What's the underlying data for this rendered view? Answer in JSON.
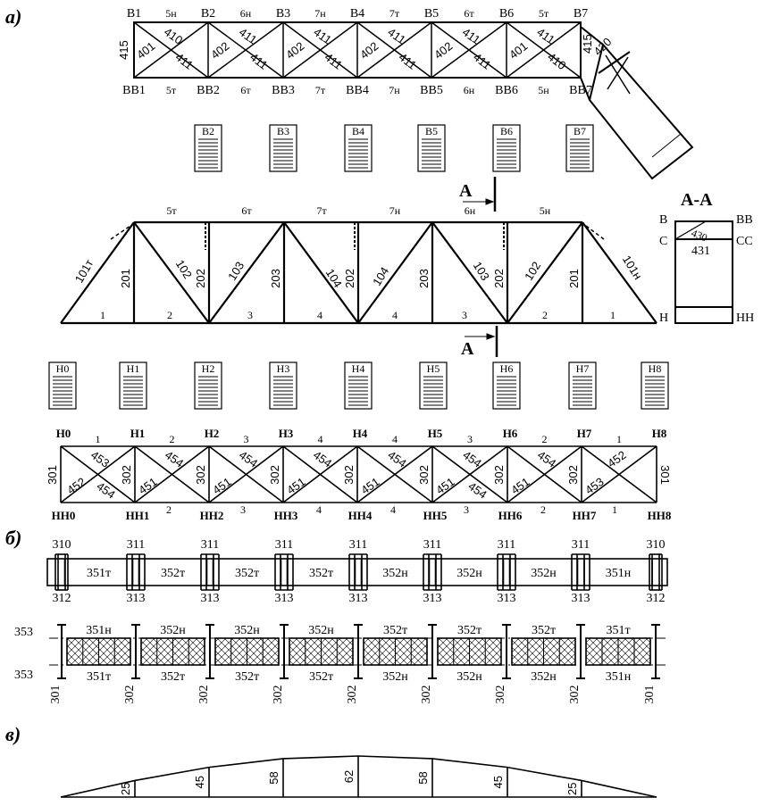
{
  "section_labels": [
    "а)",
    "б)",
    "в)"
  ],
  "top_chord_nodes": [
    "В1",
    "В2",
    "В3",
    "В4",
    "В5",
    "В6",
    "В7"
  ],
  "top_chord_bottom_nodes": [
    "ВВ1",
    "ВВ2",
    "ВВ3",
    "ВВ4",
    "ВВ5",
    "ВВ6",
    "ВВ7"
  ],
  "top_upper_marks": [
    "5н",
    "6н",
    "7н",
    "7т",
    "6т",
    "5т"
  ],
  "top_lower_marks": [
    "5т",
    "6т",
    "7т",
    "7н",
    "6н",
    "5н"
  ],
  "top_diag_upper": [
    "410",
    "411",
    "411",
    "411",
    "411",
    "411"
  ],
  "top_diag_lower": [
    "401",
    "402",
    "402",
    "402",
    "402",
    "401"
  ],
  "top_diag_mid": [
    "411",
    "411",
    "411",
    "411",
    "411",
    "410"
  ],
  "top_end_left": "415",
  "top_end_right": "415",
  "top_end_tilted": "420",
  "tag_top": [
    "В2",
    "В3",
    "В4",
    "В5",
    "В6",
    "В7"
  ],
  "section_mark": "А",
  "section_title": "А-А",
  "main_top_marks": [
    "5т",
    "6т",
    "7т",
    "7н",
    "6н",
    "5н"
  ],
  "main_bottom_marks": [
    "1",
    "2",
    "3",
    "4",
    "4",
    "3",
    "2",
    "1"
  ],
  "main_vertical_labels": [
    "201",
    "202",
    "203",
    "202",
    "203",
    "202",
    "201"
  ],
  "main_diag_labels": [
    "101т",
    "102",
    "103",
    "104",
    "104",
    "103",
    "102",
    "101н"
  ],
  "aa_labels": {
    "left_top": "В",
    "left_mid": "С",
    "right_top": "ВВ",
    "right_mid": "СС",
    "diag": "430",
    "mid": "431",
    "left_bot": "Н",
    "right_bot": "НН"
  },
  "tag_bottom": [
    "Н0",
    "Н1",
    "Н2",
    "Н3",
    "Н4",
    "Н5",
    "Н6",
    "Н7",
    "Н8"
  ],
  "bottom_top_nodes": [
    "Н0",
    "Н1",
    "Н2",
    "Н3",
    "Н4",
    "Н5",
    "Н6",
    "Н7",
    "Н8"
  ],
  "bottom_bot_nodes": [
    "НН0",
    "НН1",
    "НН2",
    "НН3",
    "НН4",
    "НН5",
    "НН6",
    "НН7",
    "НН8"
  ],
  "bottom_top_marks": [
    "1",
    "2",
    "3",
    "4",
    "4",
    "3",
    "2",
    "1"
  ],
  "bottom_bot_marks": [
    "2",
    "3",
    "4",
    "4",
    "3",
    "2",
    "1"
  ],
  "bottom_verticals": [
    "301",
    "302",
    "302",
    "302",
    "302",
    "302",
    "302",
    "302",
    "301"
  ],
  "bottom_diag_a": [
    "453",
    "454",
    "454",
    "454",
    "454",
    "454",
    "454",
    "452"
  ],
  "bottom_diag_b": [
    "452",
    "451",
    "451",
    "451",
    "451",
    "451",
    "451",
    "453"
  ],
  "bottom_diag_c": [
    "454",
    "454"
  ],
  "b_top_labels": [
    "310",
    "311",
    "311",
    "311",
    "311",
    "311",
    "311",
    "311",
    "310"
  ],
  "b_bottom_labels": [
    "312",
    "313",
    "313",
    "313",
    "313",
    "313",
    "313",
    "313",
    "312"
  ],
  "b_panel_labels": [
    "351т",
    "352т",
    "352т",
    "352т",
    "352н",
    "352н",
    "352н",
    "351н"
  ],
  "b2_side": [
    "353",
    "353"
  ],
  "b2_top_labels": [
    "351н",
    "352н",
    "352н",
    "352н",
    "352т",
    "352т",
    "352т",
    "351т"
  ],
  "b2_bot_labels": [
    "351т",
    "352т",
    "352т",
    "352т",
    "352н",
    "352н",
    "352н",
    "351н"
  ],
  "b2_col_labels": [
    "301",
    "302",
    "302",
    "302",
    "302",
    "302",
    "302",
    "302",
    "301"
  ],
  "arch_values": [
    25,
    45,
    58,
    62,
    58,
    45,
    25
  ]
}
